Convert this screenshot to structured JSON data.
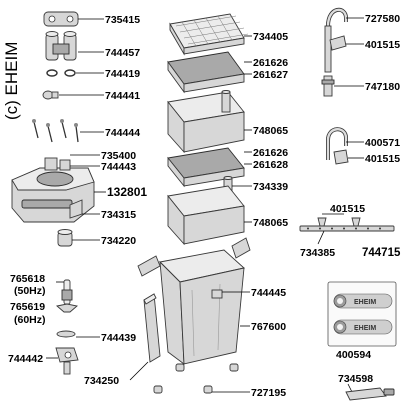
{
  "copyright": "(c) EHEIM",
  "parts": {
    "p735415": "735415",
    "p744457": "744457",
    "p744419": "744419",
    "p744441": "744441",
    "p744444": "744444",
    "p735400": "735400",
    "p744443": "744443",
    "p132801": "132801",
    "p734315": "734315",
    "p734220": "734220",
    "p765618": "765618",
    "hz50": "(50Hz)",
    "p765619": "765619",
    "hz60": "(60Hz)",
    "p744439": "744439",
    "p744442": "744442",
    "p734405": "734405",
    "p261626a": "261626",
    "p261627": "261627",
    "p748065a": "748065",
    "p261626b": "261626",
    "p261628": "261628",
    "p734339": "734339",
    "p748065b": "748065",
    "p744445": "744445",
    "p767600": "767600",
    "p734250": "734250",
    "p727195": "727195",
    "p727580": "727580",
    "p401515a": "401515",
    "p747180": "747180",
    "p400571": "400571",
    "p401515b": "401515",
    "p401515c": "401515",
    "p734385": "734385",
    "p744715": "744715",
    "p400594": "400594",
    "p734598": "734598"
  },
  "tube_tag": "EHEIM"
}
